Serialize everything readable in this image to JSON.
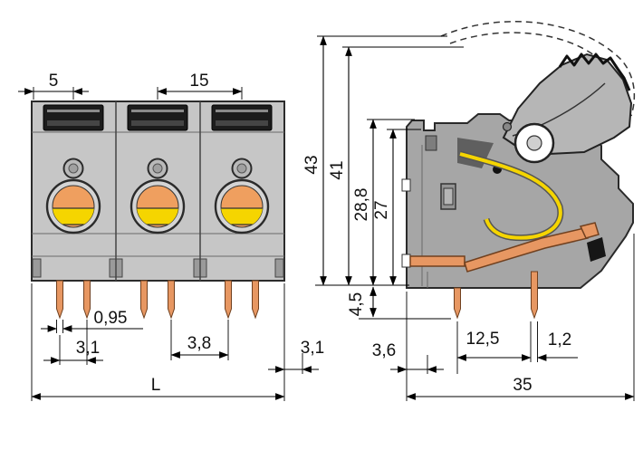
{
  "drawing_type": "dimensional engineering drawing",
  "component": "3-pole lever-operated PCB terminal block, front view and side section view",
  "colors": {
    "paper": "#ffffff",
    "line": "#000000",
    "body-light": "#c6c6c6",
    "body-mid": "#a6a6a6",
    "body-dark": "#1c1c1c",
    "button-yellow": "#f5d500",
    "button-orange": "#ef9f5f",
    "copper": "#e79762",
    "copper-dark": "#70401f"
  },
  "front_view": {
    "name": "front view, 3 poles",
    "poles": 3,
    "dims": {
      "top_offset": "5",
      "pole_pitch": "15",
      "pin_width": "0,95",
      "pin_spacing": "3,1",
      "pin_gap": "3,8",
      "edge_offset": "3,1",
      "overall_length": "L"
    }
  },
  "side_view": {
    "name": "side view with clamping lever",
    "dims": {
      "total_height": "43",
      "lever_height": "41",
      "body_height": "28,8",
      "inner_height": "27",
      "pin_length": "4,5",
      "edge_to_pin": "3,6",
      "pin_pitch": "12,5",
      "pin_thickness": "1,2",
      "overall_depth": "35"
    }
  }
}
